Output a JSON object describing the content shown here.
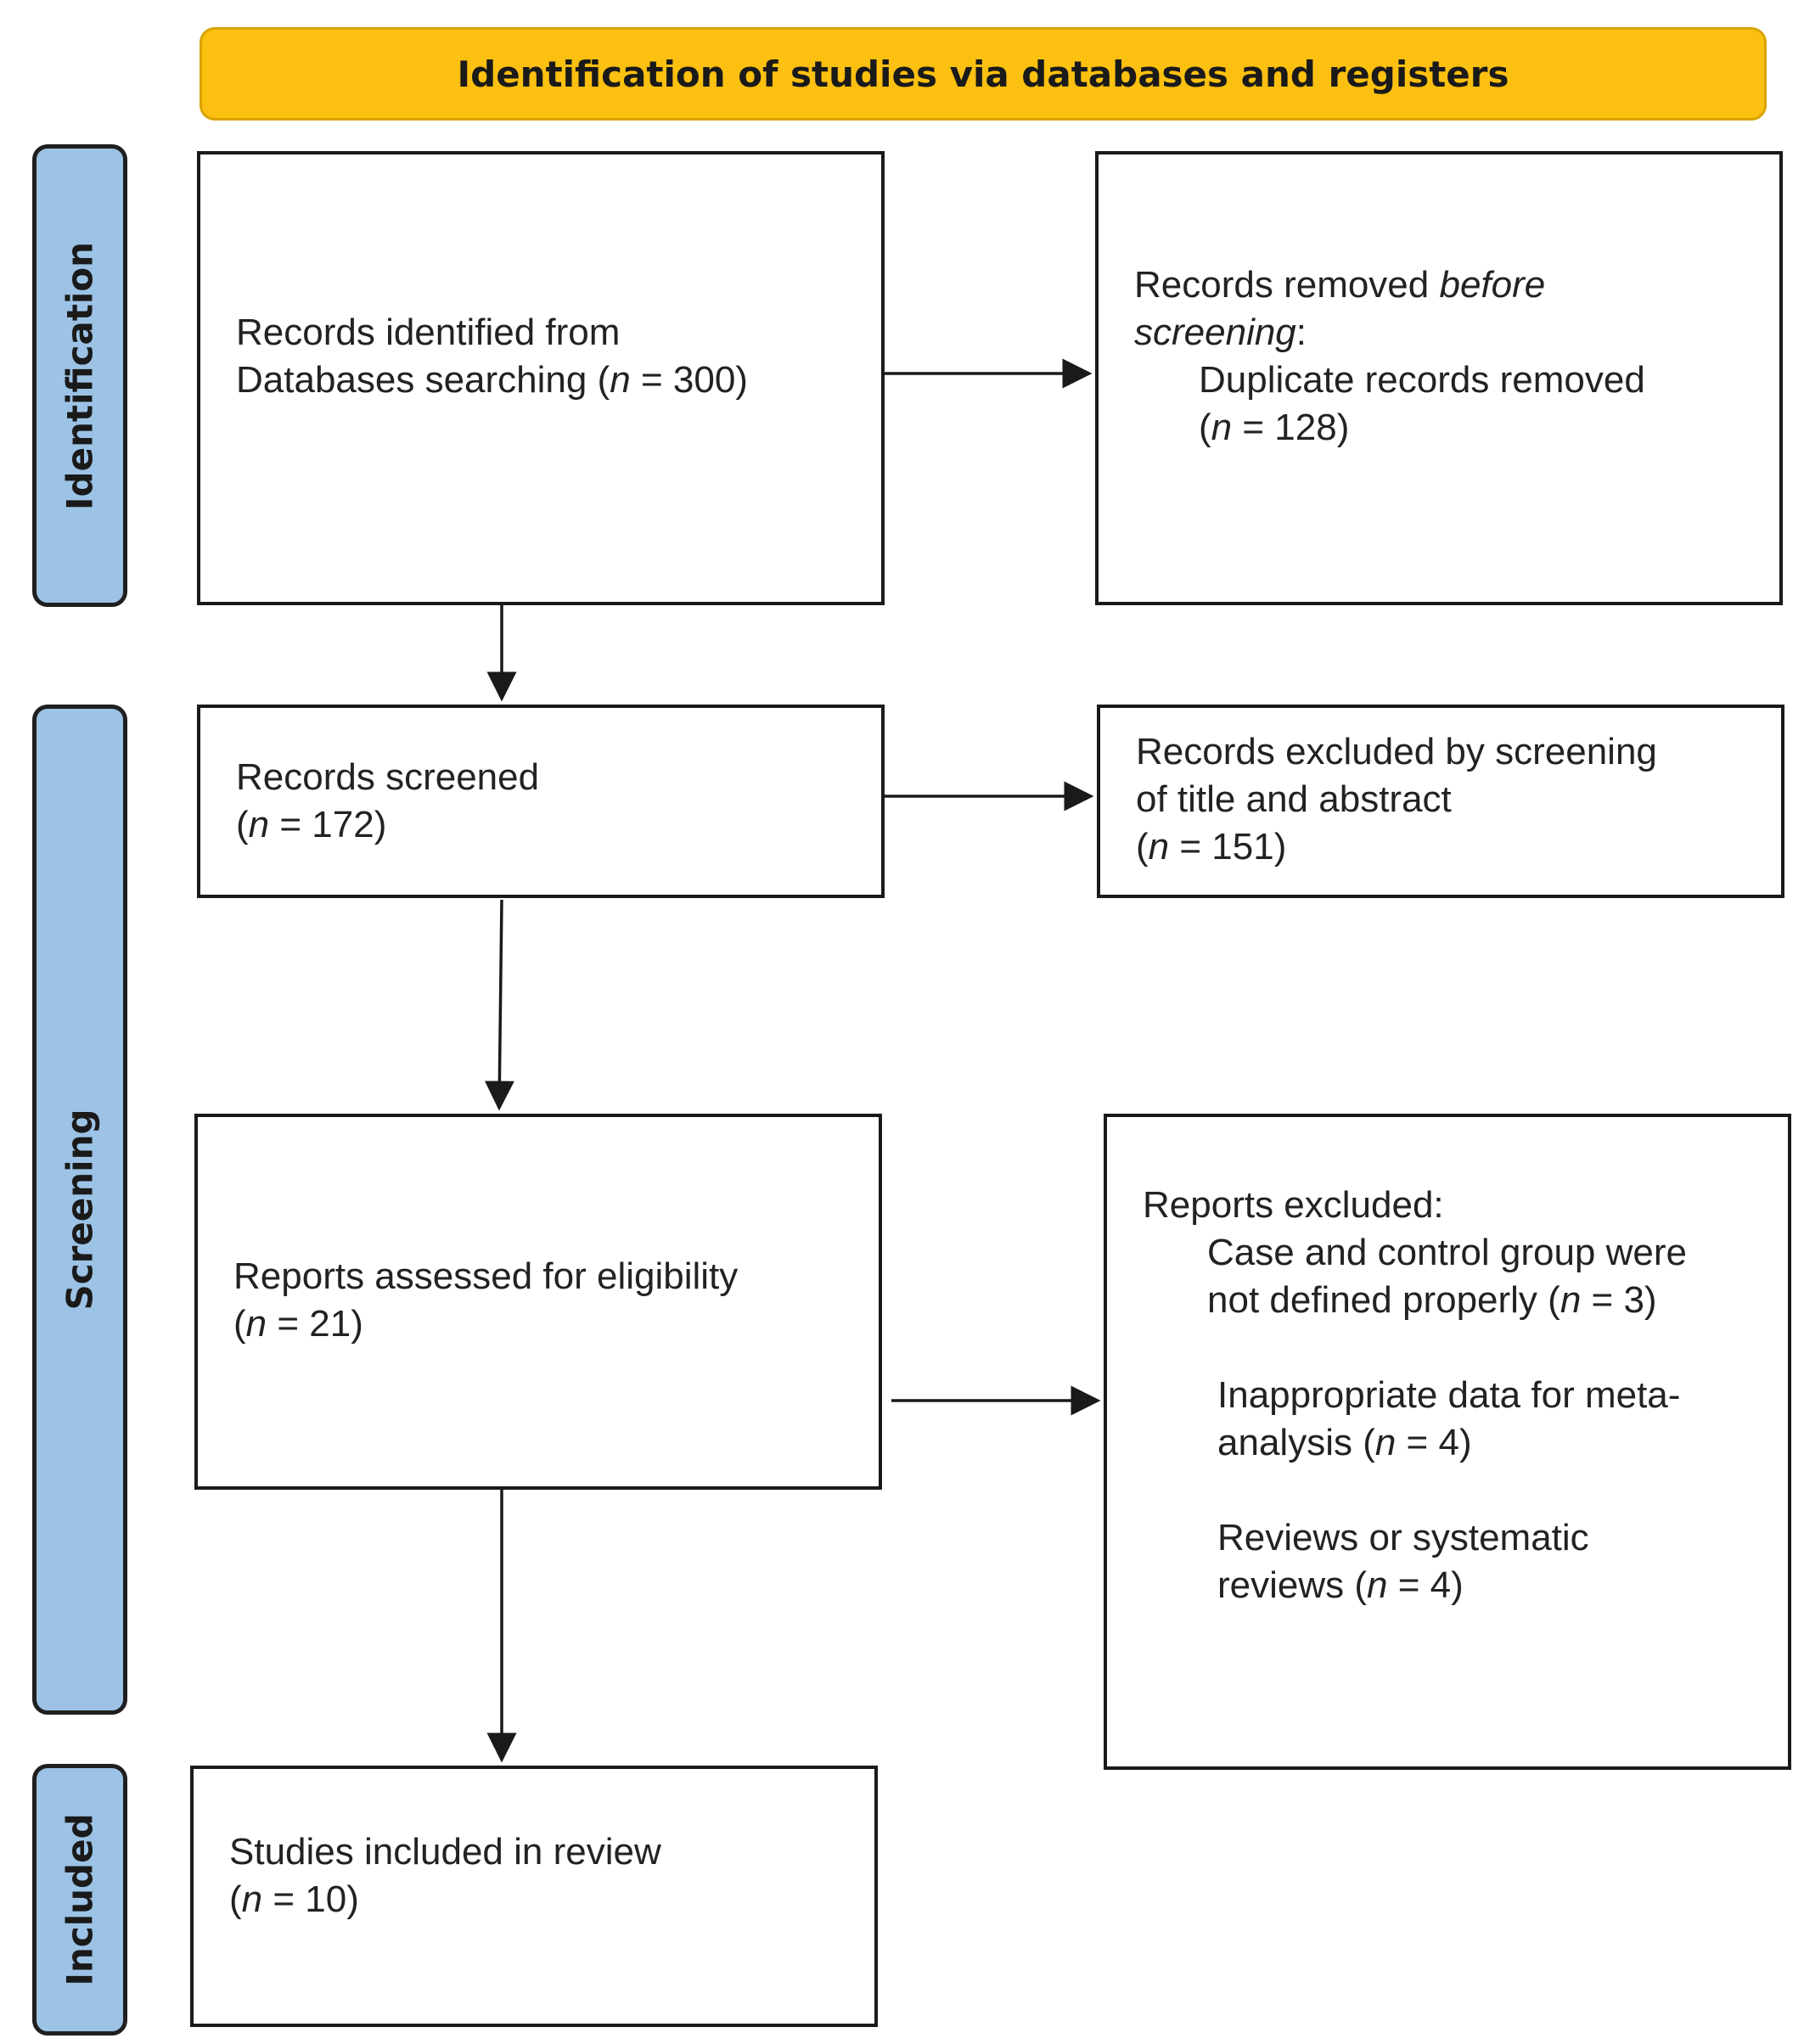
{
  "header": {
    "title": "Identification of studies via databases and registers"
  },
  "phases": {
    "identification": "Identification",
    "screening": "Screening",
    "included": "Included"
  },
  "boxes": {
    "records_identified": {
      "line1": "Records identified from",
      "line2_prefix": "Databases searching (",
      "n_label": "n",
      "line2_suffix": " = 300)"
    },
    "records_removed": {
      "line1_prefix": "Records removed ",
      "line1_italic": "before",
      "line2_italic": "screening",
      "line2_suffix": ":",
      "item1": "Duplicate records removed",
      "item1_n_prefix": "(",
      "n_label": "n",
      "item1_n_suffix": " = 128)"
    },
    "records_screened": {
      "line1": "Records screened",
      "n_prefix": "(",
      "n_label": "n",
      "n_suffix": " = 172)"
    },
    "records_excluded": {
      "line1": "Records excluded by screening",
      "line2": "of title and abstract",
      "n_prefix": "(",
      "n_label": "n",
      "n_suffix": " = 151)"
    },
    "reports_assessed": {
      "line1": "Reports assessed for eligibility",
      "n_prefix": "(",
      "n_label": "n",
      "n_suffix": " = 21)"
    },
    "reports_excluded": {
      "line1": "Reports excluded:",
      "r1_line1": "Case and control group were",
      "r1_line2_prefix": "not defined properly (",
      "n_label": "n",
      "r1_line2_suffix": " = 3)",
      "r2_line1": "Inappropriate data for meta-",
      "r2_line2_prefix": "analysis (",
      "r2_line2_suffix": " = 4)",
      "r3_line1": "Reviews or systematic",
      "r3_line2_prefix": "reviews (",
      "r3_line2_suffix": " = 4)"
    },
    "studies_included": {
      "line1": "Studies included in review",
      "n_prefix": "(",
      "n_label": "n",
      "n_suffix": " = 10)"
    }
  }
}
